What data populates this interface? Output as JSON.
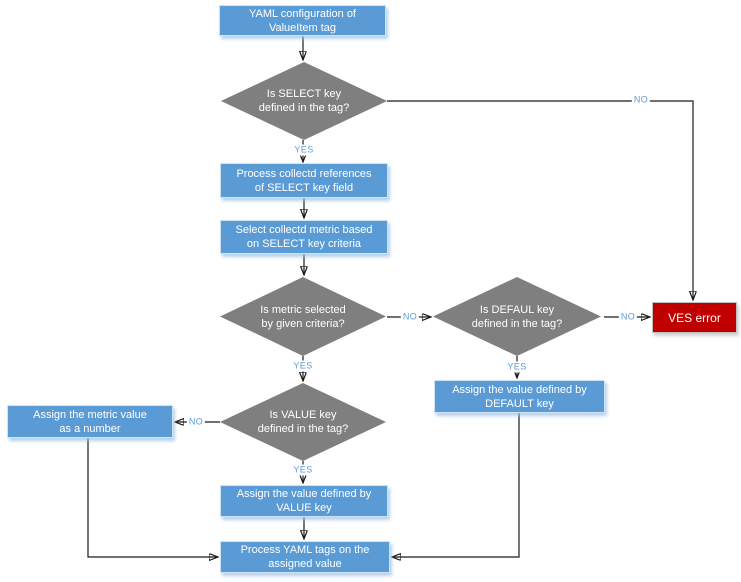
{
  "diagram": {
    "nodes": {
      "start": {
        "label": "YAML configuration of\nValueItem tag",
        "type": "process"
      },
      "select_key": {
        "label": "Is SELECT key\ndefined in the tag?",
        "type": "decision"
      },
      "process_refs": {
        "label": "Process collectd references\nof SELECT key field",
        "type": "process"
      },
      "select_metric": {
        "label": "Select collectd metric based\non SELECT key criteria",
        "type": "process"
      },
      "metric_selected": {
        "label": "Is metric selected\nby given criteria?",
        "type": "decision"
      },
      "default_key": {
        "label": "Is DEFAUL key\ndefined in the tag?",
        "type": "decision"
      },
      "ves_error": {
        "label": "VES error",
        "type": "error"
      },
      "assign_default": {
        "label": "Assign the value defined by\nDEFAULT key",
        "type": "process"
      },
      "value_key": {
        "label": "Is VALUE key\ndefined in the tag?",
        "type": "decision"
      },
      "assign_metric": {
        "label": "Assign the metric value\nas a number",
        "type": "process"
      },
      "assign_value": {
        "label": "Assign the value defined by\nVALUE key",
        "type": "process"
      },
      "process_tags": {
        "label": "Process YAML tags on the\nassigned value",
        "type": "process"
      }
    },
    "edge_labels": {
      "select_yes": "YES",
      "select_no": "NO",
      "metric_yes": "YES",
      "metric_no": "NO",
      "default_yes": "YES",
      "default_no": "NO",
      "value_yes": "YES",
      "value_no": "NO"
    },
    "colors": {
      "process_fill": "#5B9BD5",
      "decision_fill": "#7F7F7F",
      "error_fill": "#C00000",
      "node_text": "#FFFFFF",
      "edge_label": "#5B9BD5",
      "connector": "#1A1A1A",
      "shadow": "#9DC3E6"
    }
  }
}
